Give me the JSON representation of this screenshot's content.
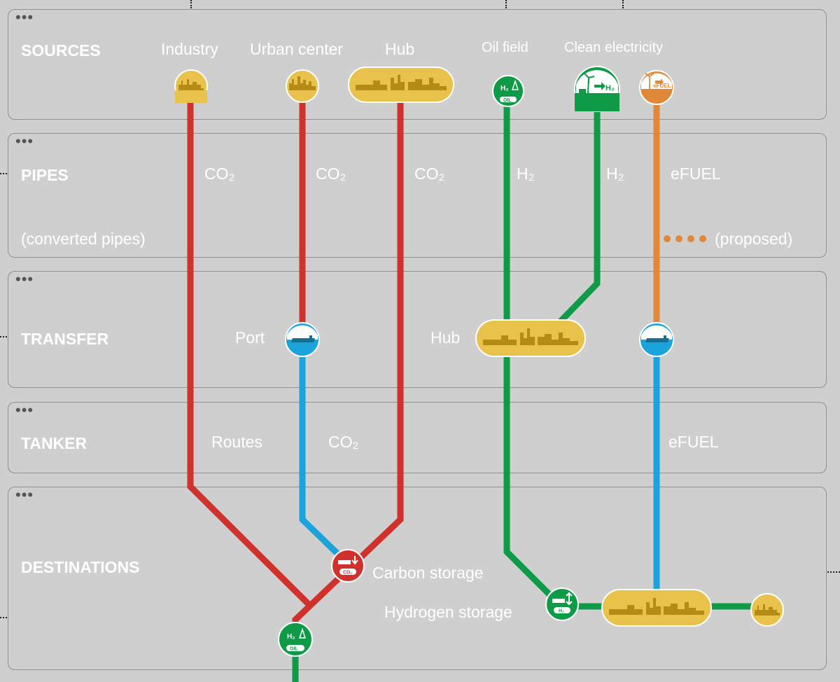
{
  "sections": {
    "sources": "SOURCES",
    "pipes": "PIPES",
    "transfer": "TRANSFER",
    "tanker": "TANKER",
    "destinations": "DESTINATIONS"
  },
  "sources": {
    "industry": "Industry",
    "urban": "Urban center",
    "hub": "Hub",
    "oil_field": "Oil field",
    "clean_electricity": "Clean electricity"
  },
  "pipes": {
    "co2_a": "CO₂",
    "co2_b": "CO₂",
    "co2_c": "CO₂",
    "h2_a": "H₂",
    "h2_b": "H₂",
    "efuel": "eFUEL",
    "converted": "(converted pipes)",
    "proposed": "(proposed)"
  },
  "transfer": {
    "port": "Port",
    "hub": "Hub"
  },
  "tanker": {
    "routes": "Routes",
    "co2": "CO₂",
    "efuel": "eFUEL"
  },
  "destinations": {
    "carbon_storage": "Carbon storage",
    "hydrogen_storage": "Hydrogen storage"
  },
  "icon_text": {
    "h2": "H₂",
    "oil": "OIL",
    "efuel": "eFUEL",
    "co2": "CO₂"
  },
  "colors": {
    "co2": "#d0312d",
    "h2": "#0f9a48",
    "efuel": "#e0883a",
    "tanker": "#1ba3dc",
    "hub": "#e8c24a",
    "background": "#cfcfcf"
  }
}
